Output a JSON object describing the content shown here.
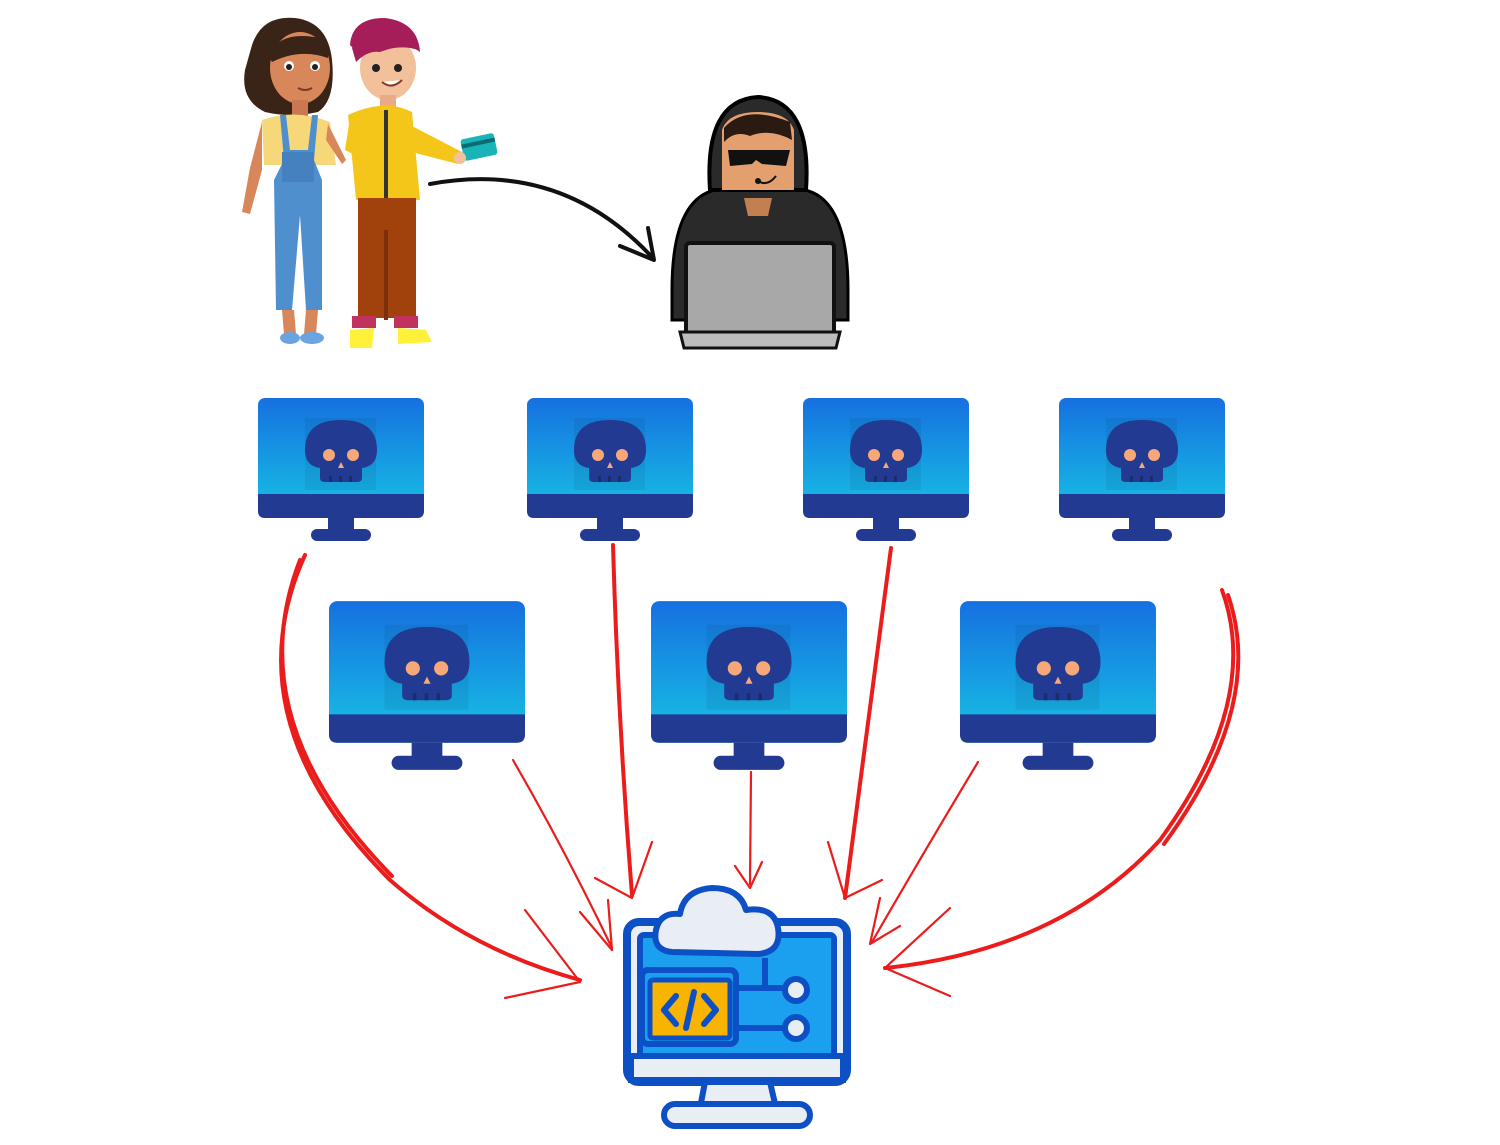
{
  "diagram": {
    "type": "botnet-ddos-illustration",
    "actors": {
      "customers": {
        "icon": "customers-paying-icon",
        "count": 2
      },
      "attacker": {
        "icon": "hacker-with-laptop-icon"
      }
    },
    "bots": {
      "icon": "infected-computer-skull-icon",
      "row_1_count": 4,
      "row_2_count": 3
    },
    "target": {
      "icon": "cloud-server-code-icon"
    },
    "colors": {
      "arrow_payment": "#111111",
      "arrow_attack": "#ea1c1c",
      "monitor_top": "#1670e0",
      "monitor_bottom": "#17c3e4",
      "monitor_bezel": "#233a92",
      "skull": "#233a92",
      "skull_eyes": "#f6a878",
      "target_outline": "#0d4fc4",
      "target_screen": "#1aa0ee",
      "target_code_block": "#f8b400"
    }
  }
}
